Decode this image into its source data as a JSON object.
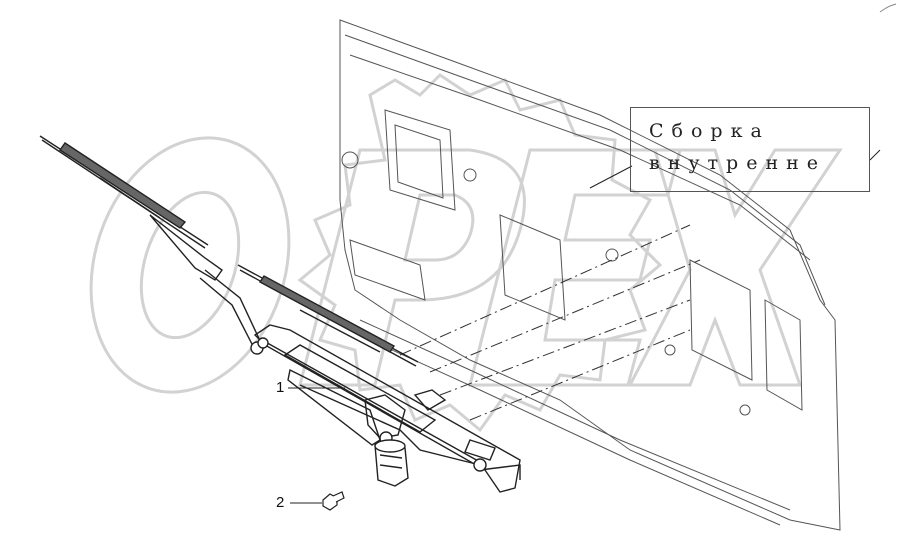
{
  "callout": {
    "line1": "Сборка",
    "line2": "внутренне"
  },
  "parts": [
    {
      "number": "1",
      "part": "wiper-assembly"
    },
    {
      "number": "2",
      "part": "bolt"
    }
  ],
  "watermark": {
    "text": "OPEX"
  },
  "colors": {
    "line": "#222222",
    "watermark": "#d0d0d0",
    "panel": "#555555"
  }
}
